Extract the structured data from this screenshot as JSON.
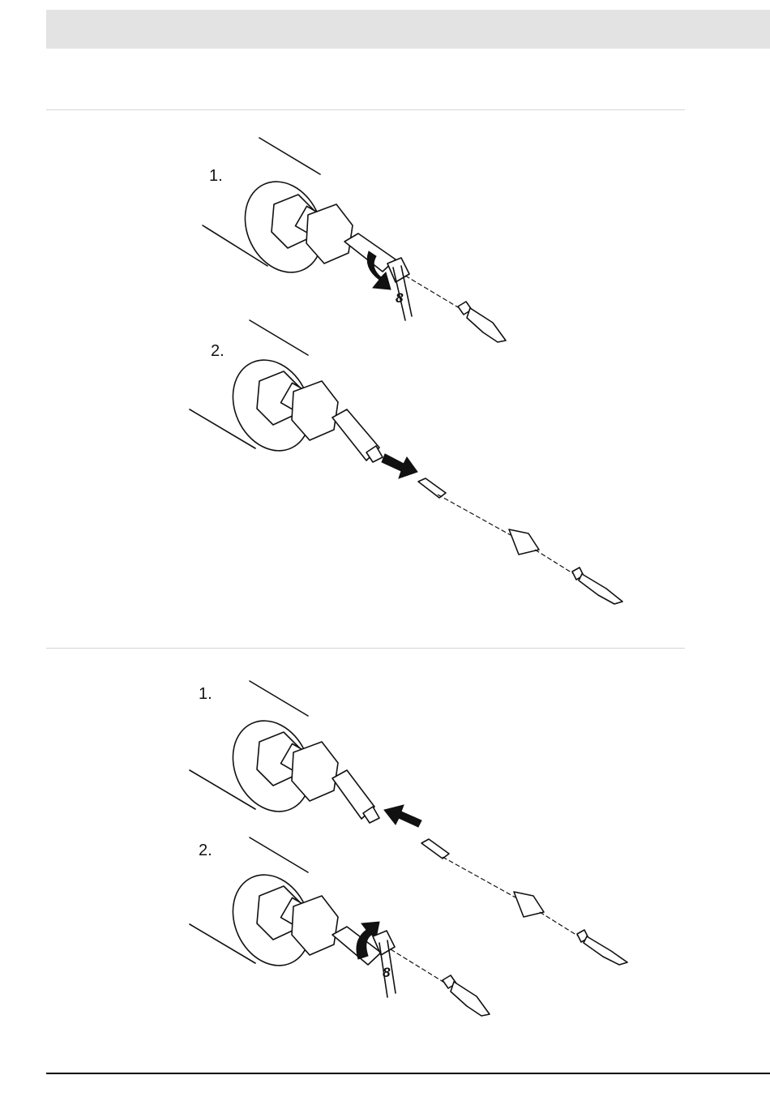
{
  "page": {
    "section_removal": {
      "step1_label": "1.",
      "step2_label": "2."
    },
    "section_install": {
      "step1_label": "1.",
      "step2_label": "2."
    },
    "tool_marking": "8"
  }
}
